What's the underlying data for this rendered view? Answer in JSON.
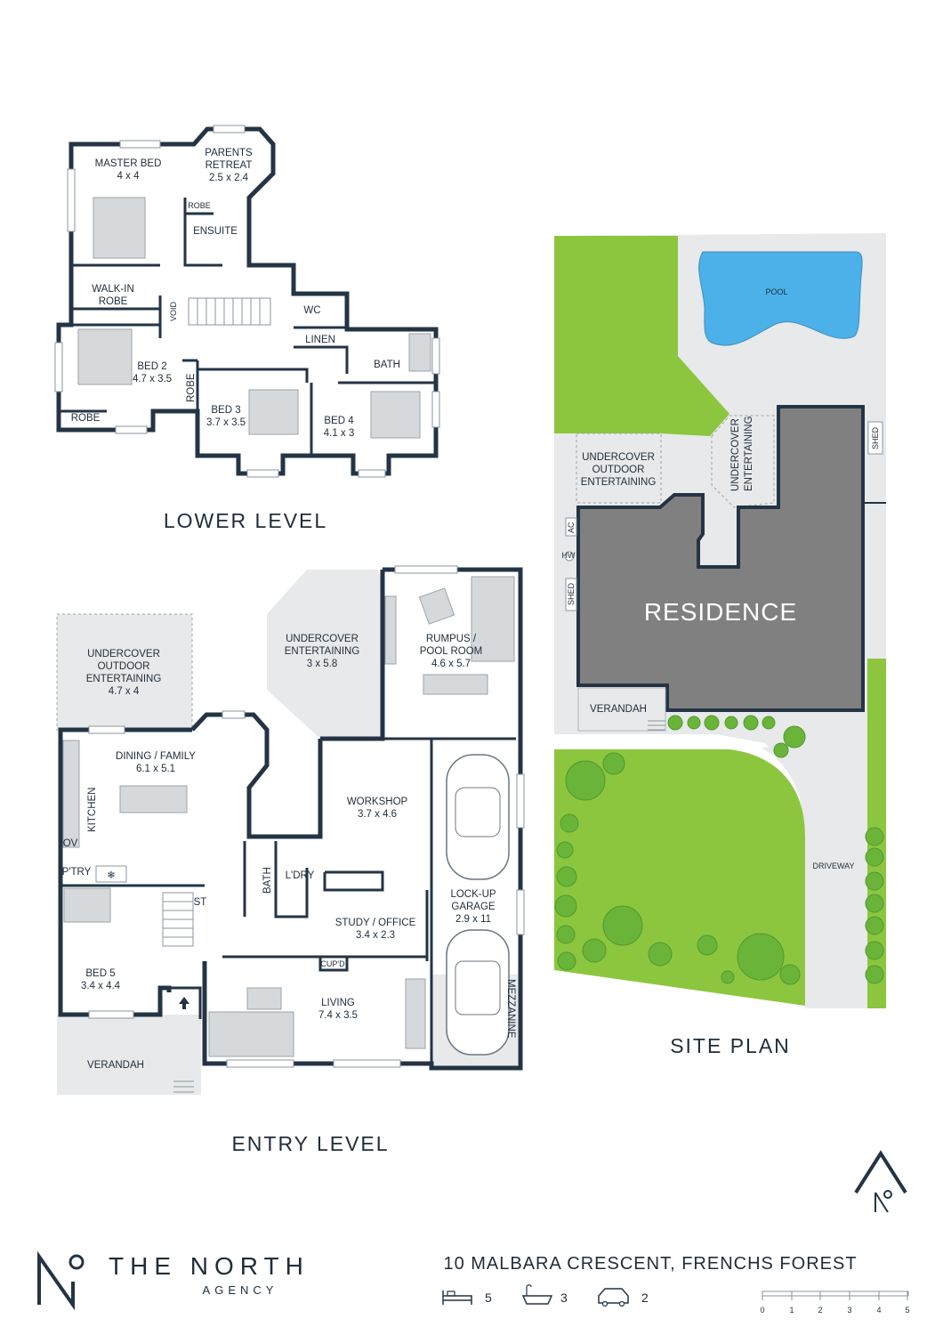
{
  "lower_level": {
    "title": "LOWER LEVEL",
    "rooms": {
      "master_bed": {
        "name": "MASTER BED",
        "dims": "4 x 4"
      },
      "parents_retreat": {
        "name1": "PARENTS",
        "name2": "RETREAT",
        "dims": "2.5 x 2.4"
      },
      "robe_1": {
        "name": "ROBE"
      },
      "ensuite": {
        "name": "ENSUITE"
      },
      "walk_in_robe": {
        "name1": "WALK-IN",
        "name2": "ROBE"
      },
      "void": {
        "name": "VOID"
      },
      "wc": {
        "name": "WC"
      },
      "linen": {
        "name": "LINEN"
      },
      "bath": {
        "name": "BATH"
      },
      "bed2": {
        "name": "BED 2",
        "dims": "4.7 x 3.5"
      },
      "robe_2": {
        "name": "ROBE"
      },
      "robe_3": {
        "name": "ROBE"
      },
      "bed3": {
        "name": "BED 3",
        "dims": "3.7 x 3.5"
      },
      "bed4": {
        "name": "BED 4",
        "dims": "4.1 x 3"
      }
    }
  },
  "entry_level": {
    "title": "ENTRY LEVEL",
    "rooms": {
      "undercover_outdoor": {
        "name1": "UNDERCOVER",
        "name2": "OUTDOOR",
        "name3": "ENTERTAINING",
        "dims": "4.7 x 4"
      },
      "undercover_ent": {
        "name1": "UNDERCOVER",
        "name2": "ENTERTAINING",
        "dims": "3 x 5.8"
      },
      "rumpus": {
        "name1": "RUMPUS /",
        "name2": "POOL ROOM",
        "dims": "4.6 x 5.7"
      },
      "dining": {
        "name": "DINING / FAMILY",
        "dims": "6.1 x 5.1"
      },
      "kitchen": {
        "name": "KITCHEN"
      },
      "ov": {
        "name": "OV"
      },
      "pantry": {
        "name": "P'TRY"
      },
      "workshop": {
        "name": "WORKSHOP",
        "dims": "3.7 x 4.6"
      },
      "bath": {
        "name": "BATH"
      },
      "laundry": {
        "name": "L'DRY"
      },
      "st": {
        "name": "ST"
      },
      "garage": {
        "name1": "LOCK-UP",
        "name2": "GARAGE",
        "dims": "2.9 x 11"
      },
      "study": {
        "name": "STUDY / OFFICE",
        "dims": "3.4 x 2.3"
      },
      "cupd": {
        "name": "CUP'D"
      },
      "bed5": {
        "name": "BED 5",
        "dims": "3.4 x 4.4"
      },
      "living": {
        "name": "LIVING",
        "dims": "7.4 x 3.5"
      },
      "mezzanine": {
        "name": "MEZZANINE"
      },
      "verandah": {
        "name": "VERANDAH"
      }
    }
  },
  "site_plan": {
    "title": "SITE PLAN",
    "labels": {
      "pool": "POOL",
      "undercover_outdoor1": "UNDERCOVER",
      "undercover_outdoor2": "OUTDOOR",
      "undercover_outdoor3": "ENTERTAINING",
      "undercover_ent1": "UNDERCOVER",
      "undercover_ent2": "ENTERTAINING",
      "shed_1": "SHED",
      "shed_2": "SHED",
      "ac": "AC",
      "hw": "HW",
      "residence": "RESIDENCE",
      "verandah": "VERANDAH",
      "driveway": "DRIVEWAY"
    }
  },
  "branding": {
    "name": "THE NORTH",
    "sub": "AGENCY"
  },
  "property": {
    "address": "10 MALBARA CRESCENT, FRENCHS FOREST",
    "beds": "5",
    "baths": "3",
    "cars": "2"
  },
  "scale_bar": {
    "ticks": [
      "0",
      "1",
      "2",
      "3",
      "4",
      "5"
    ]
  },
  "colors": {
    "wall": "#243444",
    "grass": "#8cc63f",
    "pool": "#4cb1e8",
    "residence": "#808080"
  }
}
